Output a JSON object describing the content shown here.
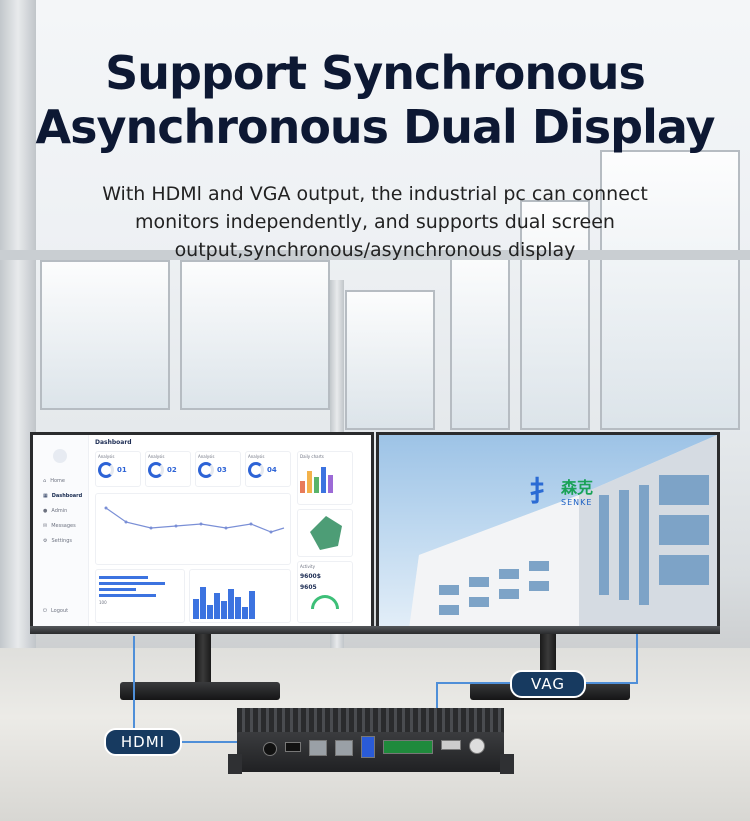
{
  "headline": {
    "line1": "Support Synchronous",
    "line2": "Asynchronous Dual Display"
  },
  "description": {
    "line1": "With HDMl and VGA output, the industrial pc can connect",
    "line2": "monitors independently, and supports dual screen",
    "line3": "output,synchronous/asynchronous display"
  },
  "labels": {
    "hdmi": "HDMI",
    "vga": "VAG"
  },
  "left_screen": {
    "title": "Dashboard",
    "nav": [
      "Home",
      "Dashboard",
      "Admin",
      "Messages",
      "Settings"
    ],
    "logout": "Logout",
    "cards": [
      "Analysis",
      "Analysis",
      "Analysis",
      "Analysis"
    ],
    "percents": [
      "01",
      "02",
      "03",
      "04"
    ],
    "widgets": {
      "daily_charts": "Daily charts",
      "activity": "Activity",
      "amount1": "9600$",
      "amount2": "9605",
      "count": "100"
    }
  },
  "right_screen": {
    "brand_cn": "森克",
    "brand_en": "SENKE"
  },
  "colors": {
    "title": "#0d1833",
    "tag_bg": "#173a60",
    "connector_line": "#4f8fd8",
    "accent": "#2d63d6"
  }
}
